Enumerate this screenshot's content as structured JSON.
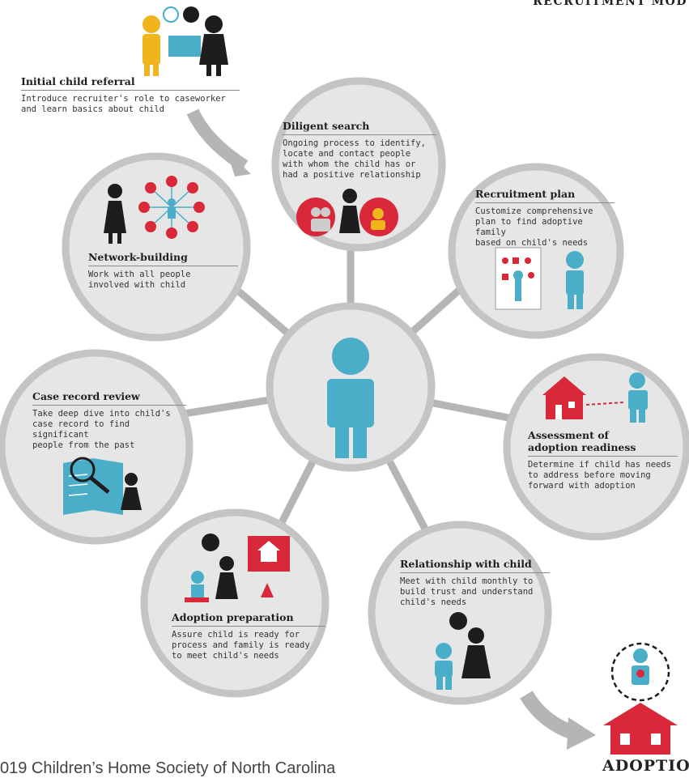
{
  "header": {
    "title": "RECRUITMENT MOD"
  },
  "referral": {
    "title": "Initial child referral",
    "desc": [
      "Introduce recruiter's role to caseworker",
      "and learn basics about child"
    ]
  },
  "nodes": {
    "diligent": {
      "title": "Diligent search",
      "desc": [
        "Ongoing process to identify,",
        "locate and contact people",
        "with whom the child has or",
        "had a positive relationship"
      ]
    },
    "recruit": {
      "title": "Recruitment plan",
      "desc": [
        "Customize comprehensive",
        "plan to find adoptive family",
        "based on child's needs"
      ]
    },
    "network": {
      "title": "Network-building",
      "desc": [
        "Work with all people",
        "involved with child"
      ]
    },
    "case": {
      "title": "Case record review",
      "desc": [
        "Take deep dive into child's",
        "case record to find significant",
        "people from the past"
      ]
    },
    "assess": {
      "title": "Assessment of adoption readiness",
      "title_lines": [
        "Assessment of",
        "adoption readiness"
      ],
      "desc": [
        "Determine if child has needs",
        "to address before moving",
        "forward with adoption"
      ]
    },
    "prep": {
      "title": "Adoption preparation",
      "desc": [
        "Assure child is ready for",
        "process and family is ready",
        "to meet child's needs"
      ]
    },
    "relation": {
      "title": "Relationship with child",
      "desc": [
        "Meet with child monthly to",
        "build trust and understand",
        "child's needs"
      ]
    }
  },
  "adoption": {
    "label": "ADOPTION"
  },
  "footer": {
    "text": "019 Children’s Home Society of North Carolina"
  },
  "colors": {
    "circle_fill": "#e6e6e6",
    "circle_stroke": "#c4c4c4",
    "accent_red": "#d8283a",
    "accent_blue": "#4aaec9",
    "figure_dark": "#1d1d1d",
    "figure_yellow": "#f0b41c",
    "spoke_gray": "#b5b5b5"
  }
}
